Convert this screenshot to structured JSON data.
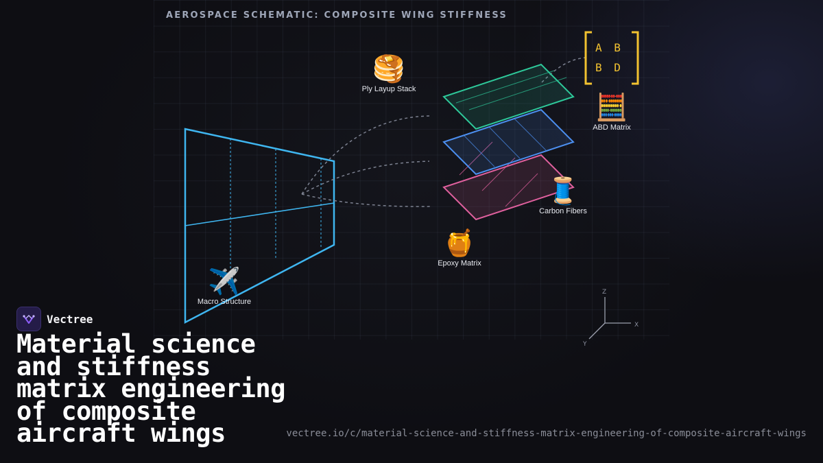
{
  "header": {
    "title": "AEROSPACE SCHEMATIC: COMPOSITE WING STIFFNESS"
  },
  "nodes": {
    "ply_layup": {
      "icon": "pancakes-icon",
      "glyph": "🥞",
      "label": "Ply Layup Stack"
    },
    "abd_matrix": {
      "icon": "abacus-icon",
      "glyph": "🧮",
      "label": "ABD Matrix"
    },
    "carbon_fibers": {
      "icon": "thread-spool-icon",
      "glyph": "🧵",
      "label": "Carbon Fibers"
    },
    "epoxy_matrix": {
      "icon": "honey-pot-icon",
      "glyph": "🍯",
      "label": "Epoxy Matrix"
    },
    "macro_structure": {
      "icon": "airplane-icon",
      "glyph": "✈️",
      "label": "Macro Structure"
    }
  },
  "matrix": {
    "row1": "A B",
    "row2": "B D"
  },
  "axes": {
    "z": "Z",
    "x": "X",
    "y": "Y"
  },
  "brand": {
    "name": "Vectree"
  },
  "title": "Material science and stiffness matrix engineering of composite aircraft wings",
  "url": "vectree.io/c/material-science-and-stiffness-matrix-engineering-of-composite-aircraft-wings",
  "colors": {
    "wing": "#3fb6f0",
    "ply_top": "#2ec99a",
    "ply_mid": "#4c8ff0",
    "ply_bottom": "#e0609e",
    "matrix": "#f2c230",
    "brand_accent": "#8b5cf6"
  }
}
